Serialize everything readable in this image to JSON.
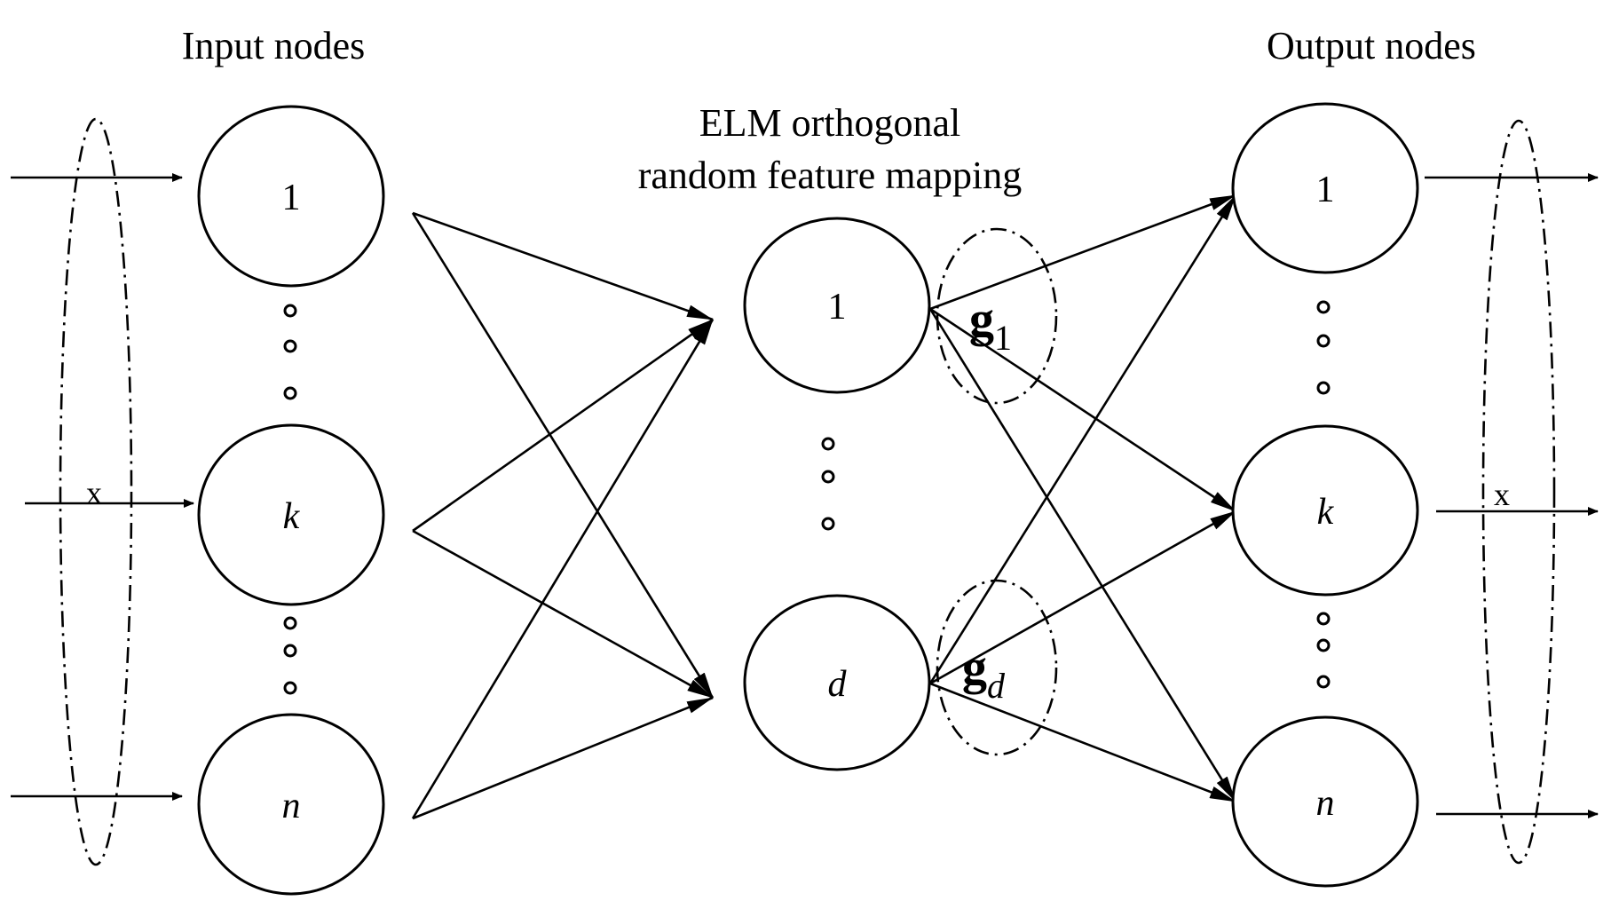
{
  "titles": {
    "input": "Input nodes",
    "mapping_line1": "ELM orthogonal",
    "mapping_line2": "random feature mapping",
    "output": "Output nodes"
  },
  "input_nodes": [
    "1",
    "k",
    "n"
  ],
  "hidden_nodes": [
    "1",
    "d"
  ],
  "output_nodes": [
    "1",
    "k",
    "n"
  ],
  "hidden_feature_labels": [
    {
      "base": "g",
      "sub": "1"
    },
    {
      "base": "g",
      "sub": "d"
    }
  ],
  "vector_labels": {
    "input": "x",
    "output": "x"
  }
}
